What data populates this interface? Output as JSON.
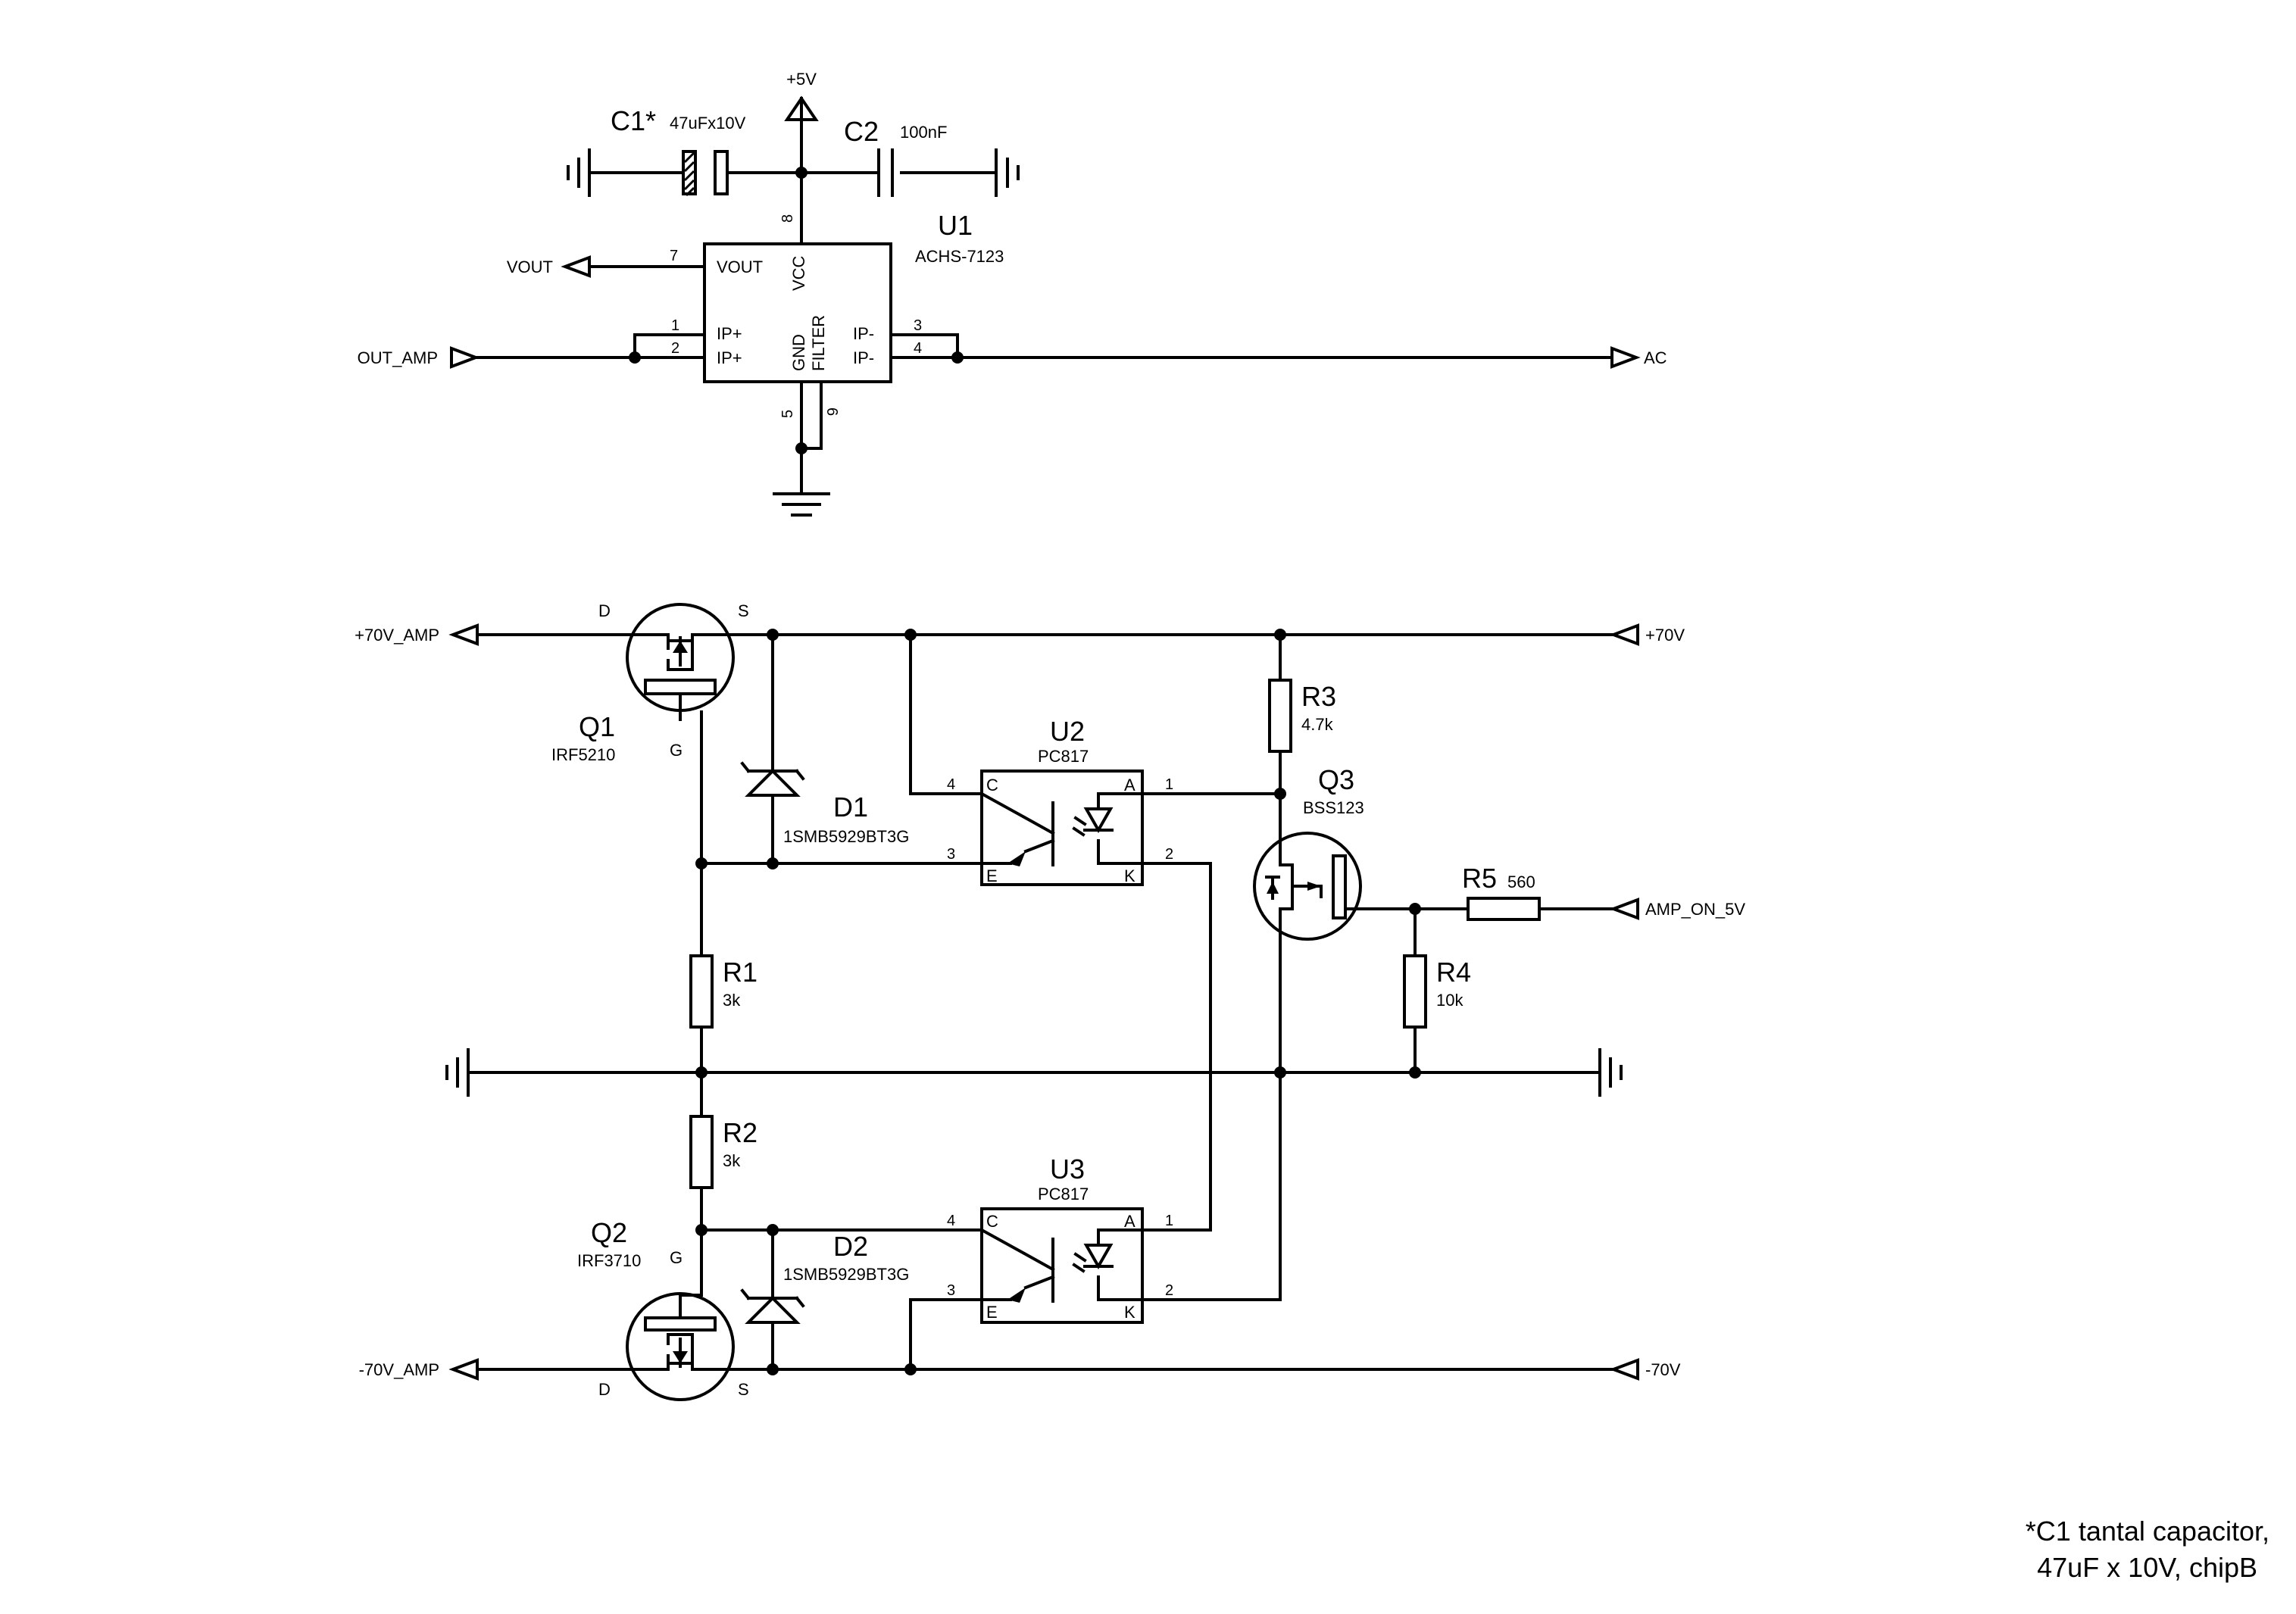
{
  "title": "",
  "u1": {
    "ref": "U1",
    "part": "ACHS-7123",
    "pin_vout": "VOUT",
    "pin_vcc": "VCC",
    "pin_ip1": "IP+",
    "pin_ip2": "IP+",
    "pin_gnd": "GND",
    "pin_filter": "FILTER",
    "pin_im1": "IP-",
    "pin_im2": "IP-",
    "pn7": "7",
    "pn8": "8",
    "pn1": "1",
    "pn2": "2",
    "pn3": "3",
    "pn4": "4",
    "pn5": "5",
    "pn6": "6"
  },
  "c1": {
    "ref": "C1*",
    "value": "47uFx10V"
  },
  "c2": {
    "ref": "C2",
    "value": "100nF"
  },
  "nets": {
    "p5v": "+5V",
    "vout": "VOUT",
    "out_amp": "OUT_AMP",
    "ac": "AC",
    "p70_amp": "+70V_AMP",
    "p70": "+70V",
    "amp_on": "AMP_ON_5V",
    "m70_amp": "-70V_AMP",
    "m70": "-70V"
  },
  "q1": {
    "ref": "Q1",
    "part": "IRF5210",
    "d": "D",
    "s": "S",
    "g": "G"
  },
  "q2": {
    "ref": "Q2",
    "part": "IRF3710",
    "d": "D",
    "s": "S",
    "g": "G"
  },
  "q3": {
    "ref": "Q3",
    "part": "BSS123"
  },
  "d1": {
    "ref": "D1",
    "part": "1SMB5929BT3G"
  },
  "d2": {
    "ref": "D2",
    "part": "1SMB5929BT3G"
  },
  "r1": {
    "ref": "R1",
    "value": "3k"
  },
  "r2": {
    "ref": "R2",
    "value": "3k"
  },
  "r3": {
    "ref": "R3",
    "value": "4.7k"
  },
  "r4": {
    "ref": "R4",
    "value": "10k"
  },
  "r5": {
    "ref": "R5",
    "value": "560"
  },
  "u2": {
    "ref": "U2",
    "part": "PC817",
    "pc": "C",
    "pe": "E",
    "pa": "A",
    "pk": "K",
    "n4": "4",
    "n3": "3",
    "n1": "1",
    "n2": "2"
  },
  "u3": {
    "ref": "U3",
    "part": "PC817",
    "pc": "C",
    "pe": "E",
    "pa": "A",
    "pk": "K",
    "n4": "4",
    "n3": "3",
    "n1": "1",
    "n2": "2"
  },
  "note": {
    "line1": "*C1 tantal capacitor,",
    "line2": "47uF x 10V, chipB"
  }
}
